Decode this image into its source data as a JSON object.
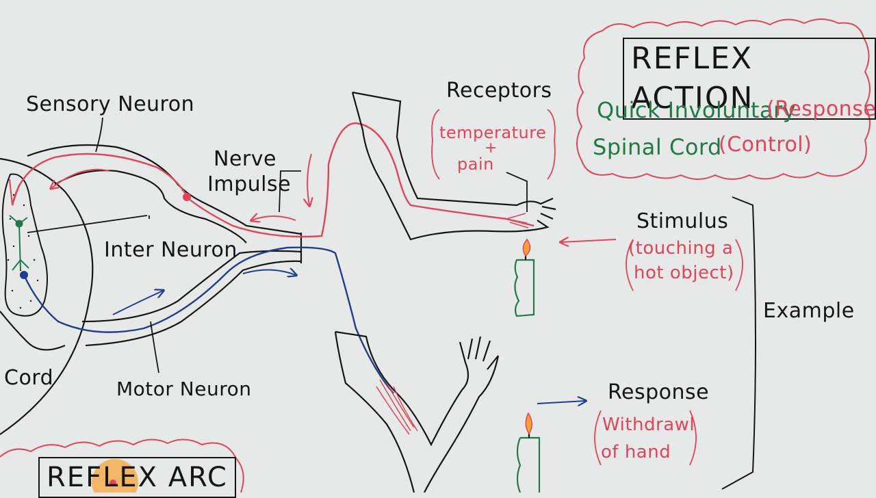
{
  "title": "REFLEX ACTION",
  "definition": {
    "quick": "Quick Involuntary",
    "response_paren": "(Response)",
    "spinal": "Spinal Cord",
    "control_paren": "(Control)"
  },
  "labels": {
    "sensory_neuron": "Sensory Neuron",
    "nerve": "Nerve",
    "impulse": "Impulse",
    "inter_neuron": "Inter Neuron",
    "motor_neuron": "Motor Neuron",
    "cord": "Cord",
    "receptors": "Receptors",
    "receptor_line1": "temperature",
    "receptor_plus": "+",
    "receptor_line2": "pain",
    "stimulus": "Stimulus",
    "stimulus_line1": "(touching a",
    "stimulus_line2": "hot object)",
    "example": "Example",
    "response": "Response",
    "response_line1": "Withdrawl",
    "response_line2": "of hand"
  },
  "reflex_arc_title": "REFLEX ARC",
  "colors": {
    "board": "#e6e9e7",
    "ink": "#151515",
    "red": "#e0445a",
    "green": "#1f7a45",
    "blue": "#1f3d8f",
    "flame": "#f5a13a"
  }
}
